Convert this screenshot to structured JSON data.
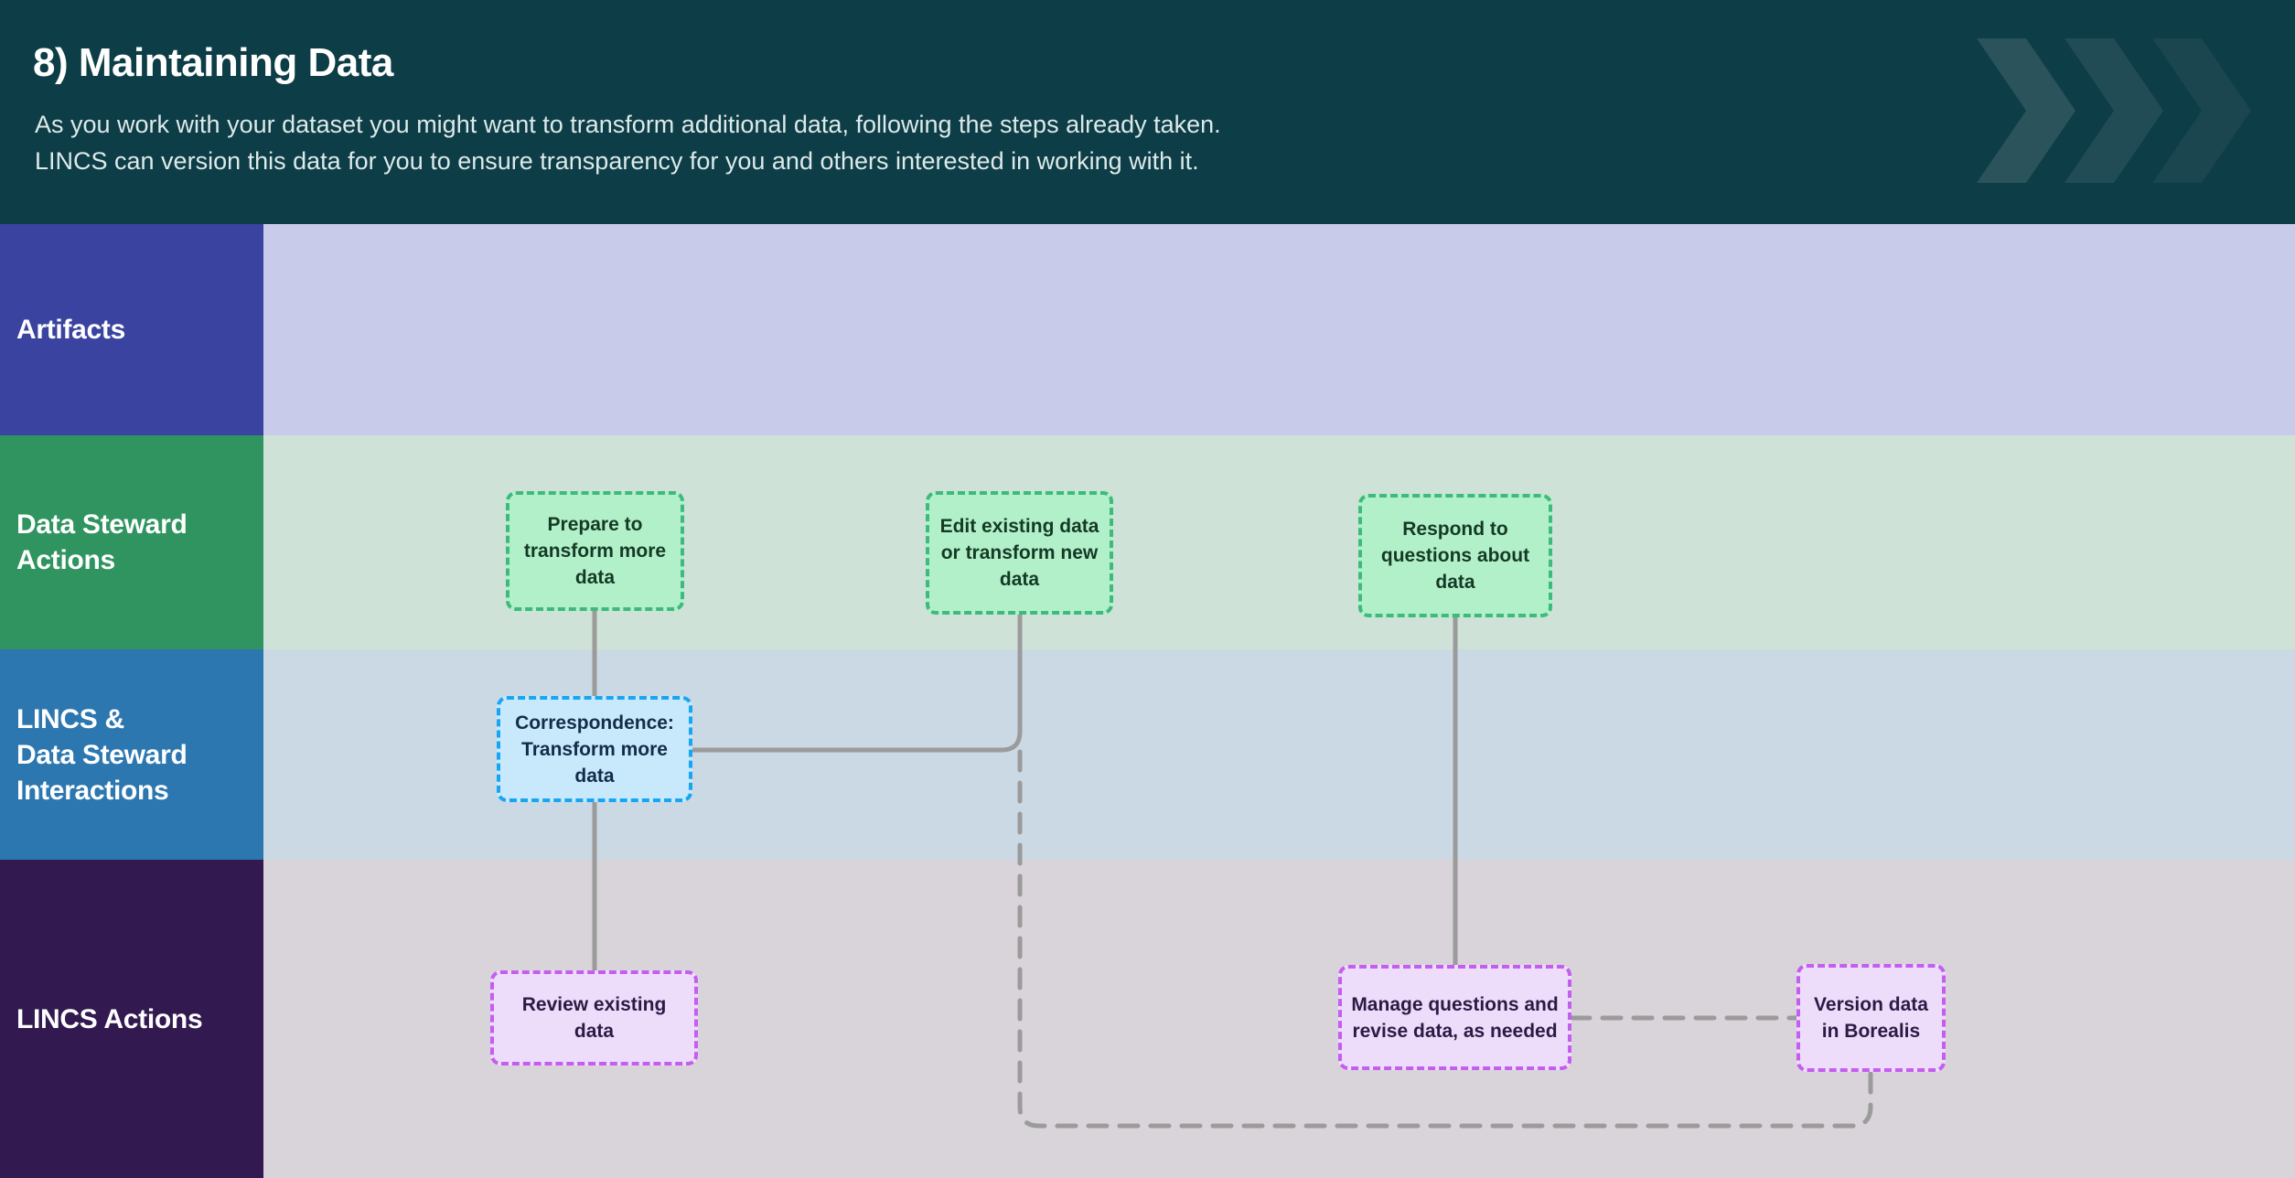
{
  "header": {
    "title": "8) Maintaining Data",
    "subtitle": "As you work with your dataset you might want to transform additional data, following the steps already taken.\nLINCS can version this data for you to ensure transparency for you and others interested in working with it.",
    "bg_color": "#0d3d46",
    "chevrons_icon": "triple-chevron-right",
    "chevron_colors": [
      "#2a535c",
      "#224c55",
      "#1b454f"
    ]
  },
  "lanes": [
    {
      "id": "artifacts",
      "label": "Artifacts",
      "label_bg": "#3a44a0",
      "band_bg": "#c9cbeb"
    },
    {
      "id": "data-steward-actions",
      "label": "Data Steward\nActions",
      "label_bg": "#2f945f",
      "band_bg": "#cfe2d7"
    },
    {
      "id": "lincs-data-steward-interactions",
      "label": "LINCS &\nData Steward\nInteractions",
      "label_bg": "#2d77b0",
      "band_bg": "#cbd9e4"
    },
    {
      "id": "lincs-actions",
      "label": "LINCS Actions",
      "label_bg": "#32194f",
      "band_bg": "#d9d3da"
    }
  ],
  "nodes": [
    {
      "id": "prepare-to-transform-more-data",
      "lane": "data-steward-actions",
      "kind": "steward-action",
      "label": "Prepare to\ntransform more\ndata",
      "fill": "#b2f0c9",
      "border": "#3eba7e"
    },
    {
      "id": "edit-existing-data-or-transform-new-data",
      "lane": "data-steward-actions",
      "kind": "steward-action",
      "label": "Edit existing data\nor transform new\ndata",
      "fill": "#b2f0c9",
      "border": "#3eba7e"
    },
    {
      "id": "respond-to-questions-about-data",
      "lane": "data-steward-actions",
      "kind": "steward-action",
      "label": "Respond to\nquestions about\ndata",
      "fill": "#b2f0c9",
      "border": "#3eba7e"
    },
    {
      "id": "correspondence-transform-more-data",
      "lane": "lincs-data-steward-interactions",
      "kind": "interaction",
      "label": "Correspondence:\nTransform more\ndata",
      "fill": "#c8e8fc",
      "border": "#18a5f3"
    },
    {
      "id": "review-existing-data",
      "lane": "lincs-actions",
      "kind": "lincs-action",
      "label": "Review existing\ndata",
      "fill": "#eedcfb",
      "border": "#c45ef0"
    },
    {
      "id": "manage-questions-and-revise-data-as-needed",
      "lane": "lincs-actions",
      "kind": "lincs-action",
      "label": "Manage questions and\nrevise data, as needed",
      "fill": "#eedcfb",
      "border": "#c45ef0"
    },
    {
      "id": "version-data-in-borealis",
      "lane": "lincs-actions",
      "kind": "lincs-action",
      "label": "Version data\nin Borealis",
      "fill": "#eedcfb",
      "border": "#c45ef0"
    }
  ],
  "connectors": [
    {
      "from": "prepare-to-transform-more-data",
      "to": "correspondence-transform-more-data",
      "style": "solid"
    },
    {
      "from": "correspondence-transform-more-data",
      "to": "review-existing-data",
      "style": "solid"
    },
    {
      "from": "edit-existing-data-or-transform-new-data",
      "to": "correspondence-transform-more-data",
      "style": "solid"
    },
    {
      "from": "edit-existing-data-or-transform-new-data",
      "to": "version-data-in-borealis",
      "style": "dashed"
    },
    {
      "from": "respond-to-questions-about-data",
      "to": "manage-questions-and-revise-data-as-needed",
      "style": "solid"
    },
    {
      "from": "manage-questions-and-revise-data-as-needed",
      "to": "version-data-in-borealis",
      "style": "dashed"
    }
  ],
  "connector_color": "#9b9b9b"
}
